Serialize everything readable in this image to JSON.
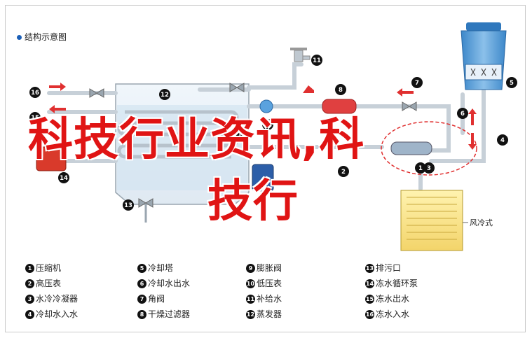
{
  "title": "结构示意图",
  "overlay": {
    "line1": "科技行业资讯,科",
    "line2": "技行"
  },
  "fan_label": "风冷式",
  "markers": [
    "1",
    "2",
    "3",
    "4",
    "5",
    "6",
    "7",
    "8",
    "9",
    "10",
    "11",
    "12",
    "13",
    "14",
    "15",
    "16"
  ],
  "legend": [
    {
      "num": "1",
      "label": "压缩机"
    },
    {
      "num": "2",
      "label": "高压表"
    },
    {
      "num": "3",
      "label": "水冷冷凝器"
    },
    {
      "num": "4",
      "label": "冷却水入水"
    },
    {
      "num": "5",
      "label": "冷却塔"
    },
    {
      "num": "6",
      "label": "冷却水出水"
    },
    {
      "num": "7",
      "label": "角阀"
    },
    {
      "num": "8",
      "label": "干燥过滤器"
    },
    {
      "num": "9",
      "label": "膨胀阀"
    },
    {
      "num": "10",
      "label": "低压表"
    },
    {
      "num": "11",
      "label": "补给水"
    },
    {
      "num": "12",
      "label": "蒸发器"
    },
    {
      "num": "13",
      "label": "排污口"
    },
    {
      "num": "14",
      "label": "冻水循环泵"
    },
    {
      "num": "15",
      "label": "冻水出水"
    },
    {
      "num": "16",
      "label": "冻水入水"
    }
  ],
  "colors": {
    "pipe": "#c7d0d8",
    "arrow": "#e03030",
    "accent": "#1b5fb7",
    "overlay": "#e01414"
  }
}
